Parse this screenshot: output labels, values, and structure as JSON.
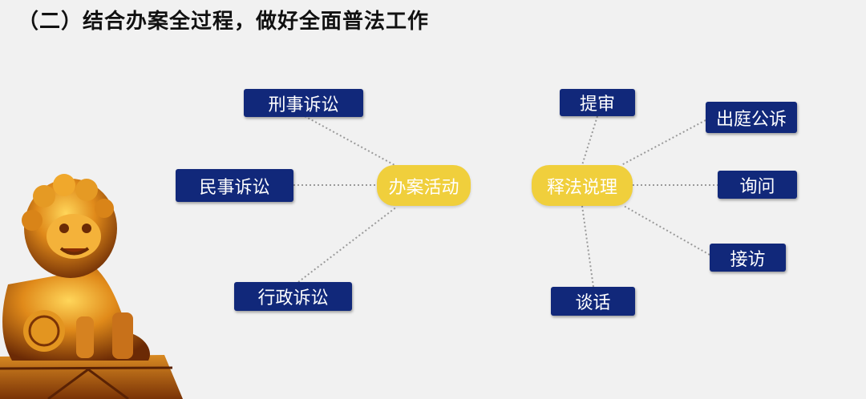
{
  "slide": {
    "title": "（二）结合办案全过程，做好全面普法工作"
  },
  "diagram": {
    "left_hub": "办案活动",
    "left_items": [
      "刑事诉讼",
      "民事诉讼",
      "行政诉讼"
    ],
    "right_hub": "释法说理",
    "right_items": [
      "提审",
      "出庭公诉",
      "询问",
      "接访",
      "谈话"
    ]
  },
  "colors": {
    "box": "#11287a",
    "hub": "#f0cf3c",
    "connector": "#9a9a9a",
    "background": "#f1f1f1"
  },
  "icons": {
    "decoration": "stone-lion-image"
  }
}
